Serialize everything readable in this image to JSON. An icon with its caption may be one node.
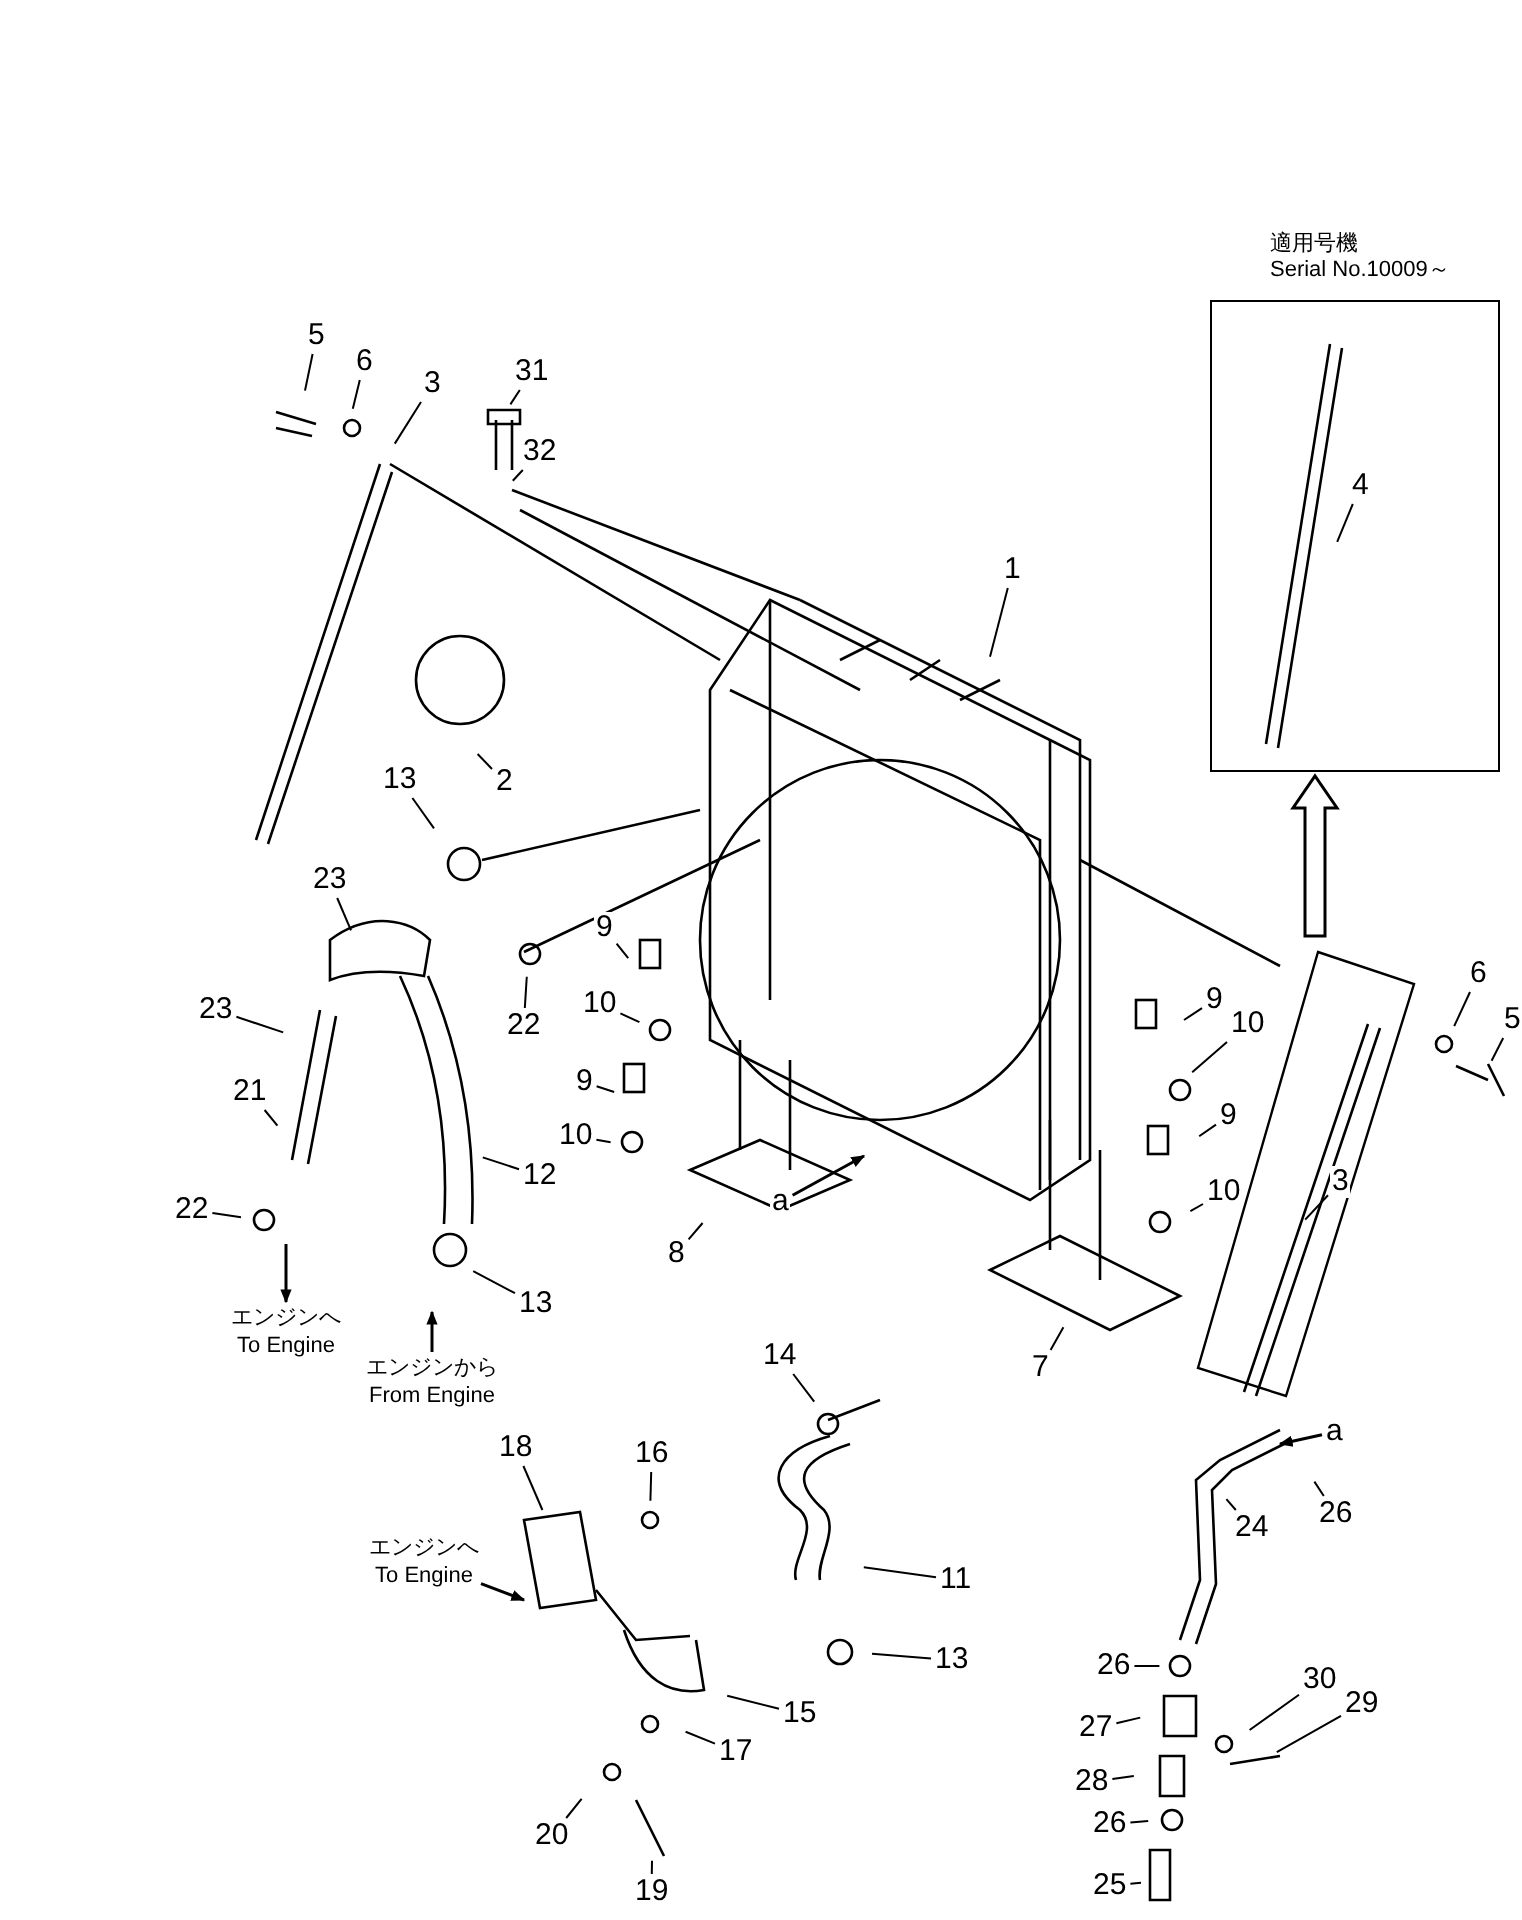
{
  "diagram": {
    "nodes": [
      {
        "text": [
          "5"
        ]
      },
      {
        "text": [
          "6"
        ]
      },
      {
        "text": [
          "3"
        ]
      },
      {
        "text": [
          "31"
        ]
      },
      {
        "text": [
          "32"
        ]
      },
      {
        "text": [
          "1"
        ]
      },
      {
        "text": [
          "適用号機",
          "Serial No.10009～"
        ]
      },
      {
        "text": [
          "4"
        ],
        "in": 6
      },
      {
        "text": [
          "2"
        ]
      },
      {
        "text": [
          "13"
        ]
      },
      {
        "text": [
          "23"
        ]
      },
      {
        "text": [
          "23"
        ]
      },
      {
        "text": [
          "22"
        ]
      },
      {
        "text": [
          "9"
        ]
      },
      {
        "text": [
          "10"
        ]
      },
      {
        "text": [
          "9"
        ]
      },
      {
        "text": [
          "10"
        ]
      },
      {
        "text": [
          "6"
        ]
      },
      {
        "text": [
          "5"
        ]
      },
      {
        "text": [
          "9"
        ]
      },
      {
        "text": [
          "10"
        ]
      },
      {
        "text": [
          "21"
        ]
      },
      {
        "text": [
          "12"
        ]
      },
      {
        "text": [
          "22"
        ]
      },
      {
        "text": [
          "9"
        ]
      },
      {
        "text": [
          "10"
        ]
      },
      {
        "text": [],
        "shape": "box"
      },
      {
        "text": [
          "3"
        ],
        "in": 26
      },
      {
        "text": [
          "8"
        ]
      },
      {
        "text": [
          "a"
        ]
      },
      {
        "text": [
          "7"
        ]
      },
      {
        "text": [
          "13"
        ]
      },
      {
        "text": [
          "14"
        ]
      },
      {
        "text": [
          "a"
        ]
      },
      {
        "text": [
          "26"
        ]
      },
      {
        "text": [
          "24"
        ]
      },
      {
        "text": [
          "エンジンへ",
          "To Engine"
        ]
      },
      {
        "text": [
          "エンジンから",
          "From Engine"
        ]
      },
      {
        "text": [
          "18"
        ]
      },
      {
        "text": [
          "16"
        ]
      },
      {
        "text": [
          "エンジンへ",
          "To Engine"
        ]
      },
      {
        "text": [
          "11"
        ]
      },
      {
        "text": [
          "13"
        ]
      },
      {
        "text": [
          "26"
        ]
      },
      {
        "text": [
          "27"
        ]
      },
      {
        "text": [
          "30"
        ]
      },
      {
        "text": [
          "29"
        ]
      },
      {
        "text": [
          "15"
        ]
      },
      {
        "text": [
          "17"
        ]
      },
      {
        "text": [
          "28"
        ]
      },
      {
        "text": [
          "26"
        ]
      },
      {
        "text": [
          "20"
        ]
      },
      {
        "text": [
          "19"
        ]
      },
      {
        "text": [
          "25"
        ]
      }
    ],
    "edges": [
      {
        "from": 0,
        "to": null,
        "arrow": "none"
      },
      {
        "from": 1,
        "to": null,
        "arrow": "none"
      },
      {
        "from": 2,
        "to": null,
        "arrow": "none"
      },
      {
        "from": 3,
        "to": null,
        "arrow": "none"
      },
      {
        "from": 4,
        "to": null,
        "arrow": "none"
      },
      {
        "from": 5,
        "to": null,
        "arrow": "none"
      },
      {
        "from": 7,
        "to": null,
        "arrow": "none"
      },
      {
        "from": 8,
        "to": null,
        "arrow": "none"
      },
      {
        "from": 9,
        "to": null,
        "arrow": "none"
      },
      {
        "from": 10,
        "to": null,
        "arrow": "none"
      },
      {
        "from": 11,
        "to": null,
        "arrow": "none"
      },
      {
        "from": 12,
        "to": null,
        "arrow": "none"
      },
      {
        "from": 13,
        "to": null,
        "arrow": "none"
      },
      {
        "from": 14,
        "to": null,
        "arrow": "none"
      },
      {
        "from": 15,
        "to": null,
        "arrow": "none"
      },
      {
        "from": 16,
        "to": null,
        "arrow": "none"
      },
      {
        "from": 17,
        "to": null,
        "arrow": "none"
      },
      {
        "from": 18,
        "to": null,
        "arrow": "none"
      },
      {
        "from": 19,
        "to": null,
        "arrow": "none"
      },
      {
        "from": 20,
        "to": null,
        "arrow": "none"
      },
      {
        "from": 21,
        "to": null,
        "arrow": "none"
      },
      {
        "from": 22,
        "to": null,
        "arrow": "none"
      },
      {
        "from": 23,
        "to": null,
        "arrow": "none"
      },
      {
        "from": 24,
        "to": null,
        "arrow": "none"
      },
      {
        "from": 25,
        "to": null,
        "arrow": "none"
      },
      {
        "from": 27,
        "to": null,
        "arrow": "none"
      },
      {
        "from": 28,
        "to": null,
        "arrow": "none"
      },
      {
        "from": 29,
        "to": null,
        "arrow": "to"
      },
      {
        "from": 30,
        "to": null,
        "arrow": "none"
      },
      {
        "from": 31,
        "to": null,
        "arrow": "none"
      },
      {
        "from": 32,
        "to": null,
        "arrow": "none"
      },
      {
        "from": 33,
        "to": null,
        "arrow": "to"
      },
      {
        "from": 34,
        "to": null,
        "arrow": "none"
      },
      {
        "from": 35,
        "to": null,
        "arrow": "none"
      },
      {
        "from": null,
        "to": 36,
        "arrow": "to"
      },
      {
        "from": 37,
        "to": null,
        "arrow": "to"
      },
      {
        "from": 38,
        "to": null,
        "arrow": "none"
      },
      {
        "from": 39,
        "to": null,
        "arrow": "none"
      },
      {
        "from": 40,
        "to": null,
        "arrow": "to"
      },
      {
        "from": 41,
        "to": null,
        "arrow": "none"
      },
      {
        "from": 42,
        "to": null,
        "arrow": "none"
      },
      {
        "from": 43,
        "to": null,
        "arrow": "none"
      },
      {
        "from": 44,
        "to": null,
        "arrow": "none"
      },
      {
        "from": 45,
        "to": null,
        "arrow": "none"
      },
      {
        "from": 46,
        "to": null,
        "arrow": "none"
      },
      {
        "from": 47,
        "to": null,
        "arrow": "none"
      },
      {
        "from": 48,
        "to": null,
        "arrow": "none"
      },
      {
        "from": 49,
        "to": null,
        "arrow": "none"
      },
      {
        "from": 50,
        "to": null,
        "arrow": "none"
      },
      {
        "from": 51,
        "to": null,
        "arrow": "none"
      },
      {
        "from": 52,
        "to": null,
        "arrow": "none"
      },
      {
        "from": 53,
        "to": null,
        "arrow": "none"
      },
      {
        "from": 26,
        "to": 6,
        "arrow": "to",
        "style": "thick"
      }
    ]
  }
}
